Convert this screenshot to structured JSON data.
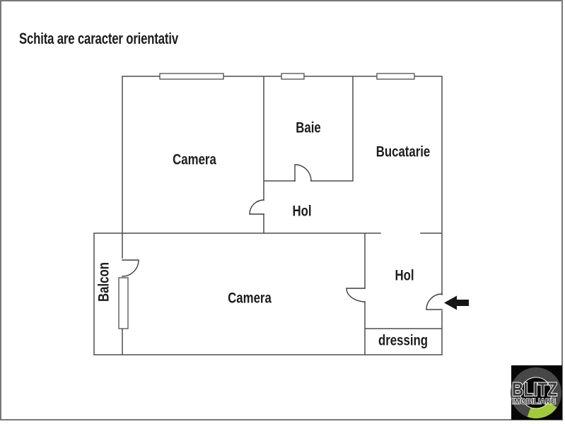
{
  "note": "Schita are caracter orientativ",
  "rooms": {
    "camera_top": "Camera",
    "baie": "Baie",
    "bucatarie": "Bucatarie",
    "hol_top": "Hol",
    "camera_bottom": "Camera",
    "hol_bottom": "Hol",
    "dressing": "dressing",
    "balcon": "Balcon"
  },
  "entrance": {
    "icon": "left-arrow"
  },
  "logo": {
    "line1": "BLITZ",
    "line2": "IMOBILIARE"
  },
  "colors": {
    "wall": "#4d4d4d",
    "text": "#1c1c1c",
    "frame": "#787878",
    "arrow": "#161616",
    "logo_bg": "#060606",
    "logo_ring": "#474747",
    "logo_green": "#a0ca3a",
    "logo_letter": "#3a3a3a"
  }
}
